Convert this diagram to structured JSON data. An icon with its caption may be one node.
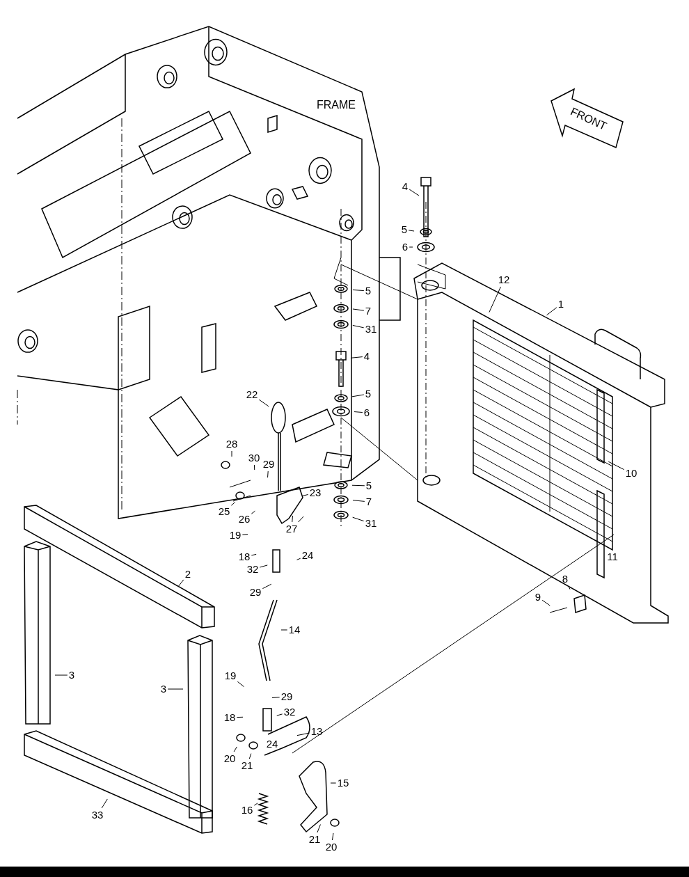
{
  "diagram": {
    "nodes": [
      {
        "text": [
          "4"
        ]
      },
      {
        "text": [
          "5"
        ]
      },
      {
        "text": [
          "6"
        ]
      },
      {
        "text": [
          "12"
        ]
      },
      {
        "text": [
          "1"
        ]
      },
      {
        "text": [
          "5"
        ]
      },
      {
        "text": [
          "7"
        ]
      },
      {
        "text": [
          "31"
        ]
      },
      {
        "text": [
          "4"
        ]
      },
      {
        "text": [
          "5"
        ]
      },
      {
        "text": [
          "22"
        ]
      },
      {
        "text": [
          "6"
        ]
      },
      {
        "text": [
          "28"
        ]
      },
      {
        "text": [
          "30"
        ]
      },
      {
        "text": [
          "29"
        ]
      },
      {
        "text": [
          "10"
        ]
      },
      {
        "text": [
          "5"
        ]
      },
      {
        "text": [
          "23"
        ]
      },
      {
        "text": [
          "7"
        ]
      },
      {
        "text": [
          "25"
        ]
      },
      {
        "text": [
          "26"
        ]
      },
      {
        "text": [
          "31"
        ]
      },
      {
        "text": [
          "27"
        ]
      },
      {
        "text": [
          "19"
        ]
      },
      {
        "text": [
          "18"
        ]
      },
      {
        "text": [
          "24"
        ]
      },
      {
        "text": [
          "11"
        ]
      },
      {
        "text": [
          "32"
        ]
      },
      {
        "text": [
          "2"
        ]
      },
      {
        "text": [
          "8"
        ]
      },
      {
        "text": [
          "29"
        ]
      },
      {
        "text": [
          "9"
        ]
      },
      {
        "text": [
          "14"
        ]
      },
      {
        "text": [
          "3"
        ]
      },
      {
        "text": [
          "3"
        ]
      },
      {
        "text": [
          "19"
        ]
      },
      {
        "text": [
          "29"
        ]
      },
      {
        "text": [
          "32"
        ]
      },
      {
        "text": [
          "18"
        ]
      },
      {
        "text": [
          "13"
        ]
      },
      {
        "text": [
          "24"
        ]
      },
      {
        "text": [
          "20"
        ]
      },
      {
        "text": [
          "21"
        ]
      },
      {
        "text": [
          "15"
        ]
      },
      {
        "text": [
          "16"
        ]
      },
      {
        "text": [
          "33"
        ]
      },
      {
        "text": [
          "21"
        ]
      },
      {
        "text": [
          "20"
        ]
      }
    ],
    "edges": [
      {
        "from": 0,
        "to": null,
        "arrow": "none"
      },
      {
        "from": 1,
        "to": null,
        "arrow": "none"
      },
      {
        "from": 2,
        "to": null,
        "arrow": "none"
      },
      {
        "from": 3,
        "to": null,
        "arrow": "none"
      },
      {
        "from": 4,
        "to": null,
        "arrow": "none"
      },
      {
        "from": 5,
        "to": null,
        "arrow": "none"
      },
      {
        "from": 6,
        "to": null,
        "arrow": "none"
      },
      {
        "from": 7,
        "to": null,
        "arrow": "none"
      },
      {
        "from": 8,
        "to": null,
        "arrow": "none"
      },
      {
        "from": 9,
        "to": null,
        "arrow": "none"
      },
      {
        "from": 10,
        "to": null,
        "arrow": "none"
      },
      {
        "from": 11,
        "to": null,
        "arrow": "none"
      },
      {
        "from": 12,
        "to": null,
        "arrow": "none"
      },
      {
        "from": 13,
        "to": null,
        "arrow": "none"
      },
      {
        "from": 14,
        "to": null,
        "arrow": "none"
      },
      {
        "from": 15,
        "to": null,
        "arrow": "none"
      },
      {
        "from": 16,
        "to": null,
        "arrow": "none"
      },
      {
        "from": 17,
        "to": null,
        "arrow": "none"
      },
      {
        "from": 18,
        "to": null,
        "arrow": "none"
      },
      {
        "from": 19,
        "to": null,
        "arrow": "none"
      },
      {
        "from": 20,
        "to": null,
        "arrow": "none"
      },
      {
        "from": 21,
        "to": null,
        "arrow": "none"
      },
      {
        "from": 22,
        "to": null,
        "arrow": "none"
      },
      {
        "from": 22,
        "to": null,
        "arrow": "none"
      },
      {
        "from": 23,
        "to": null,
        "arrow": "none"
      },
      {
        "from": 24,
        "to": null,
        "arrow": "none"
      },
      {
        "from": 25,
        "to": null,
        "arrow": "none"
      },
      {
        "from": 26,
        "to": null,
        "arrow": "none"
      },
      {
        "from": 27,
        "to": null,
        "arrow": "none"
      },
      {
        "from": 28,
        "to": null,
        "arrow": "none"
      },
      {
        "from": 29,
        "to": null,
        "arrow": "none"
      },
      {
        "from": 30,
        "to": null,
        "arrow": "none"
      },
      {
        "from": 31,
        "to": null,
        "arrow": "none"
      },
      {
        "from": 32,
        "to": null,
        "arrow": "none"
      },
      {
        "from": 33,
        "to": null,
        "arrow": "none"
      },
      {
        "from": 34,
        "to": null,
        "arrow": "none"
      },
      {
        "from": 35,
        "to": null,
        "arrow": "none"
      },
      {
        "from": 36,
        "to": null,
        "arrow": "none"
      },
      {
        "from": 37,
        "to": null,
        "arrow": "none"
      },
      {
        "from": 38,
        "to": null,
        "arrow": "none"
      },
      {
        "from": 39,
        "to": null,
        "arrow": "none"
      },
      {
        "from": 40,
        "to": null,
        "arrow": "none"
      },
      {
        "from": 41,
        "to": null,
        "arrow": "none"
      },
      {
        "from": 42,
        "to": null,
        "arrow": "none"
      },
      {
        "from": 43,
        "to": null,
        "arrow": "none"
      },
      {
        "from": 44,
        "to": null,
        "arrow": "none"
      },
      {
        "from": 45,
        "to": null,
        "arrow": "none"
      },
      {
        "from": 46,
        "to": null,
        "arrow": "none"
      },
      {
        "from": 47,
        "to": null,
        "arrow": "none"
      }
    ],
    "labels": [
      "FRAME",
      "FRONT"
    ]
  }
}
